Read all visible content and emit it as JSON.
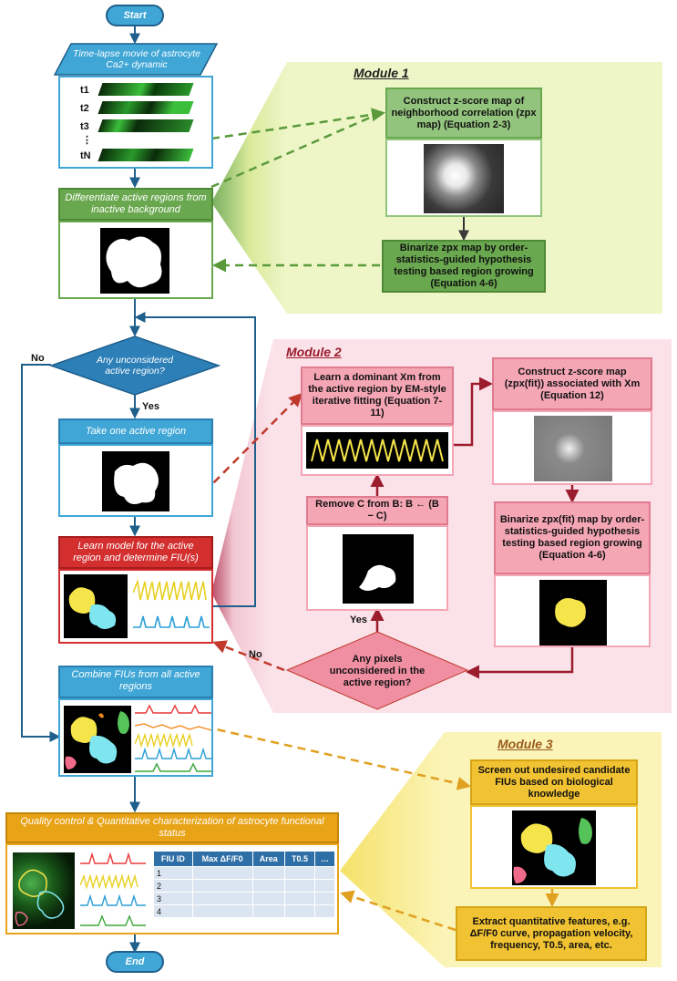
{
  "start_label": "Start",
  "end_label": "End",
  "input_label": "Time-lapse movie of astrocyte Ca2+ dynamic",
  "frames": [
    "t1",
    "t2",
    "t3",
    "⋮",
    "tN"
  ],
  "differentiate_label": "Differentiate active regions from inactive background",
  "decision_label": "Any unconsidered active region?",
  "decision_yes": "Yes",
  "decision_no": "No",
  "take_label": "Take one active region",
  "learn_label": "Learn model for the active region and determine FIU(s)",
  "combine_label": "Combine FIUs from all active regions",
  "qc_label": "Quality control & Quantitative characterization of astrocyte functional status",
  "table": {
    "headers": [
      "FIU ID",
      "Max ΔF/F0",
      "Area",
      "T0.5",
      "…"
    ],
    "rows": [
      "1",
      "2",
      "3",
      "4"
    ]
  },
  "module1": {
    "title": "Module 1",
    "box1": "Construct z-score map of neighborhood correlation (zpx map) (Equation 2-3)",
    "box2": "Binarize zpx map by order-statistics-guided hypothesis testing based region growing (Equation 4-6)"
  },
  "module2": {
    "title": "Module 2",
    "learn": "Learn a dominant Xm from the active region by EM-style iterative fitting (Equation 7-11)",
    "construct": "Construct z-score map (zpx(fit)) associated with Xm (Equation 12)",
    "remove": "Remove C from B: B ← (B − C)",
    "binarize": "Binarize zpx(fit) map by order-statistics-guided hypothesis testing based region growing (Equation 4-6)",
    "pixels_q": "Any pixels unconsidered in the active region?",
    "yes": "Yes",
    "no": "No"
  },
  "module3": {
    "title": "Module 3",
    "screen": "Screen out undesired candidate FIUs based on biological knowledge",
    "extract": "Extract quantitative features, e.g. ΔF/F0 curve, propagation velocity, frequency, T0.5, area, etc."
  },
  "colors": {
    "flow_blue": "#1f5f8b",
    "step_blue": "#3fa6d6",
    "green": "#6aa84f",
    "red": "#c0392b",
    "pink": "#f19aa8",
    "gold": "#f1c232",
    "dash_red": "#c0392b",
    "dash_green": "#5a9a3a",
    "dash_gold": "#e0a020"
  }
}
